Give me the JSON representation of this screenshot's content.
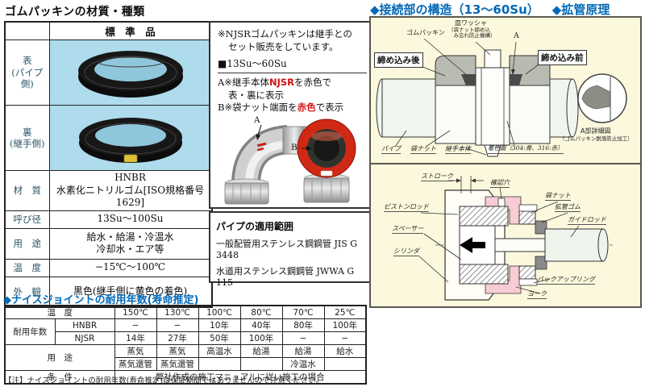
{
  "colors": {
    "accent_blue": "#0068b7",
    "red": "#cf1112",
    "label_teal": "#2a5568",
    "photo_bg": "#aedcec",
    "panel_bg": "#fcf8dd"
  },
  "spec": {
    "title": "ゴムパッキンの材質・種類",
    "header": "標　準　品",
    "rows": {
      "front_label": "表\n(パイプ側)",
      "back_label": "裏\n(継手側)",
      "material_label": "材　質",
      "material_value": "HNBR\n水素化ニトリルゴム[ISO規格番号1629]",
      "size_label": "呼び径",
      "size_value": "13Su〜100Su",
      "use_label": "用　途",
      "use_value": "給水・給湯・冷温水\n冷却水・エア等",
      "temp_label": "温　度",
      "temp_value": "−15℃〜100℃",
      "appearance_label": "外　観",
      "appearance_value": "黒色(継手側に黄色の着色)"
    }
  },
  "notes": {
    "l1": "※NJSRゴムパッキンは継手との",
    "l2": "セット販売をしています。",
    "range": "■13Su〜60Su",
    "a1": "A※継手本体",
    "a_red": "NJSR",
    "a2": "を赤色で",
    "a3": "表・裏に表示",
    "b1": "B※袋ナット端面を",
    "b_red": "赤色",
    "b2": "で表示",
    "photo_a": "A",
    "photo_b": "B"
  },
  "pipe_scope": {
    "title": "パイプの適用範囲",
    "line1": "一般配管用ステンレス鋼鋼管 JIS G 3448",
    "line2": "水道用ステンレス鋼鋼管 JWWA G 115"
  },
  "structure": {
    "title1": "◆接続部の構造（13〜60Su）",
    "title2": "◆拡管原理",
    "labels": {
      "gomupakkin": "ゴムパッキン",
      "washer": "皿ワッシャ",
      "washer_sub": "（袋ナット締め込\n　み忘れ防止機構）",
      "a": "A",
      "after": "締め込み後",
      "before": "締め込み前",
      "pipe": "パイプ",
      "nut": "袋ナット",
      "body": "継手本体",
      "colored": "着色面（304:青、316:赤）",
      "detail": "A部詳細図",
      "detail_sub": "（ゴムパッキン脱落防止加工）"
    }
  },
  "expansion": {
    "labels": {
      "stroke": "ストローク",
      "hole": "確認穴",
      "nut": "袋ナット",
      "rubber": "拡管ゴム",
      "guide": "ガイドロッド",
      "piston": "ピストンロッド",
      "spacer": "スペーサー",
      "cylinder": "シリンダ",
      "backup": "バックアップリング",
      "yoke": "ヨーク"
    }
  },
  "life": {
    "title": "◆ナイスジョイントの耐用年数(寿命推定)",
    "temp_label": "温　度",
    "temps": [
      "150℃",
      "130℃",
      "100℃",
      "80℃",
      "70℃",
      "25℃"
    ],
    "life_label": "耐用年数",
    "hnbr_label": "HNBR",
    "njsr_label": "NJSR",
    "hnbr": [
      "−",
      "−",
      "10年",
      "40年",
      "80年",
      "100年"
    ],
    "njsr": [
      "14年",
      "27年",
      "50年",
      "100年",
      "−",
      "−"
    ],
    "use_label": "用　途",
    "use1": [
      "蒸気",
      "蒸気",
      "高温水",
      "給湯",
      "給湯",
      "給水"
    ],
    "use2": [
      "蒸気還管",
      "蒸気還管",
      "",
      "",
      "冷温水",
      ""
    ],
    "cond_label": "条　件",
    "cond": "弊社作成の施工マニュアルに従い施工の場合",
    "note": "【注】ナイスジョイントの耐用年数(寿命推定)は保証期間ではありませんので注意ください。"
  }
}
